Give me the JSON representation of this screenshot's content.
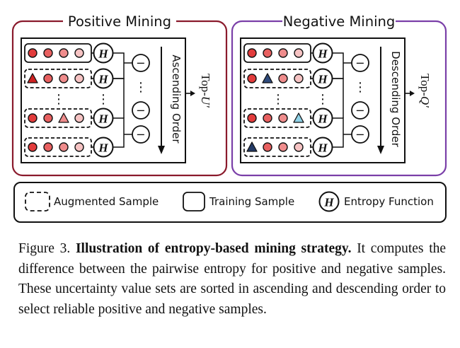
{
  "panels": {
    "positive": {
      "title": "Positive Mining",
      "order_label": "Ascending Order",
      "top_prefix": "Top-",
      "top_symbol": "U′",
      "frame_color": "#8a1a2c",
      "rows": [
        {
          "kind": "training",
          "shapes": [
            "circle",
            "circle",
            "circle",
            "circle"
          ],
          "colors": [
            "#e23b3b",
            "#e86060",
            "#ef8c8c",
            "#f6c3c3"
          ]
        },
        {
          "kind": "augmented",
          "shapes": [
            "triangle",
            "circle",
            "circle",
            "circle"
          ],
          "colors": [
            "#cf2222",
            "#e86060",
            "#ef8c8c",
            "#f6c3c3"
          ]
        },
        {
          "kind": "augmented",
          "shapes": [
            "circle",
            "circle",
            "triangle",
            "circle"
          ],
          "colors": [
            "#e23b3b",
            "#e86060",
            "#ef8c8c",
            "#f6c3c3"
          ]
        },
        {
          "kind": "augmented",
          "shapes": [
            "circle",
            "circle",
            "circle",
            "circle"
          ],
          "colors": [
            "#e23b3b",
            "#e86060",
            "#ef8c8c",
            "#f6c3c3"
          ]
        }
      ]
    },
    "negative": {
      "title": "Negative Mining",
      "order_label": "Descending Order",
      "top_prefix": "Top-",
      "top_symbol": "Q′",
      "frame_color": "#7a3fa8",
      "rows": [
        {
          "kind": "training",
          "shapes": [
            "circle",
            "circle",
            "circle",
            "circle"
          ],
          "colors": [
            "#e23b3b",
            "#e86060",
            "#ef8c8c",
            "#f6c3c3"
          ]
        },
        {
          "kind": "augmented",
          "shapes": [
            "circle",
            "triangle",
            "circle",
            "circle"
          ],
          "colors": [
            "#e23b3b",
            "#2f4b7c",
            "#ef8c8c",
            "#f6c3c3"
          ]
        },
        {
          "kind": "augmented",
          "shapes": [
            "circle",
            "circle",
            "circle",
            "triangle"
          ],
          "colors": [
            "#e23b3b",
            "#e86060",
            "#ef8c8c",
            "#8fd1e6"
          ]
        },
        {
          "kind": "augmented",
          "shapes": [
            "triangle",
            "circle",
            "circle",
            "circle"
          ],
          "colors": [
            "#233a66",
            "#e86060",
            "#ef8c8c",
            "#f6c3c3"
          ]
        }
      ]
    }
  },
  "entropy_symbol": "H",
  "minus_symbol": "−",
  "ellipsis": "⋮",
  "legend": {
    "augmented": "Augmented Sample",
    "training": "Training Sample",
    "entropy": "Entropy Function"
  },
  "caption": {
    "prefix": "Figure 3.",
    "title": "Illustration of entropy-based mining strategy.",
    "body": "It computes the difference between the pairwise entropy for positive and negative samples. These uncertainty value sets are sorted in ascending and descending order to select reliable positive and negative samples."
  }
}
